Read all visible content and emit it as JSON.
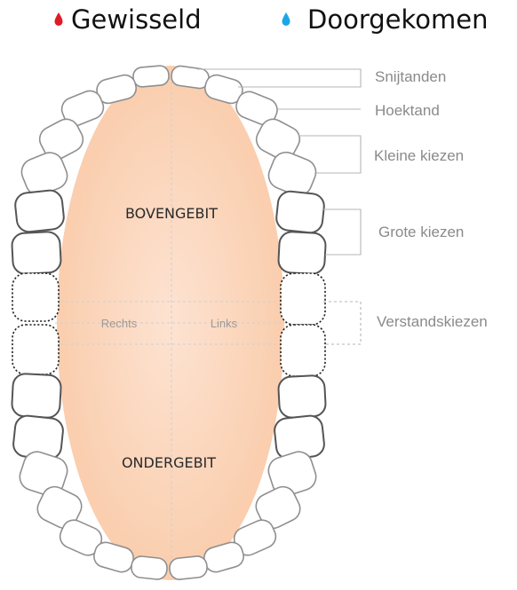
{
  "legend": {
    "items": [
      {
        "label": "Gewisseld",
        "color": "#e01b24",
        "icon": "blood-drop-icon"
      },
      {
        "label": "Doorgekomen",
        "color": "#1aa7e8",
        "icon": "water-drop-icon"
      }
    ]
  },
  "jaws": {
    "upper_label": "BOVENGEBIT",
    "lower_label": "ONDERGEBIT",
    "right_label": "Rechts",
    "left_label": "Links"
  },
  "tooth_types": [
    {
      "key": "incisor",
      "label": "Snijtanden"
    },
    {
      "key": "canine",
      "label": "Hoektand"
    },
    {
      "key": "premolar",
      "label": "Kleine kiezen"
    },
    {
      "key": "molar",
      "label": "Grote kiezen"
    },
    {
      "key": "wisdom",
      "label": "Verstandskiezen"
    }
  ],
  "colors": {
    "palate_center": "#fde3d2",
    "palate_edge": "#f9c9a6",
    "tooth_outline": "#8f8f8f",
    "molar_outline": "#555555"
  }
}
